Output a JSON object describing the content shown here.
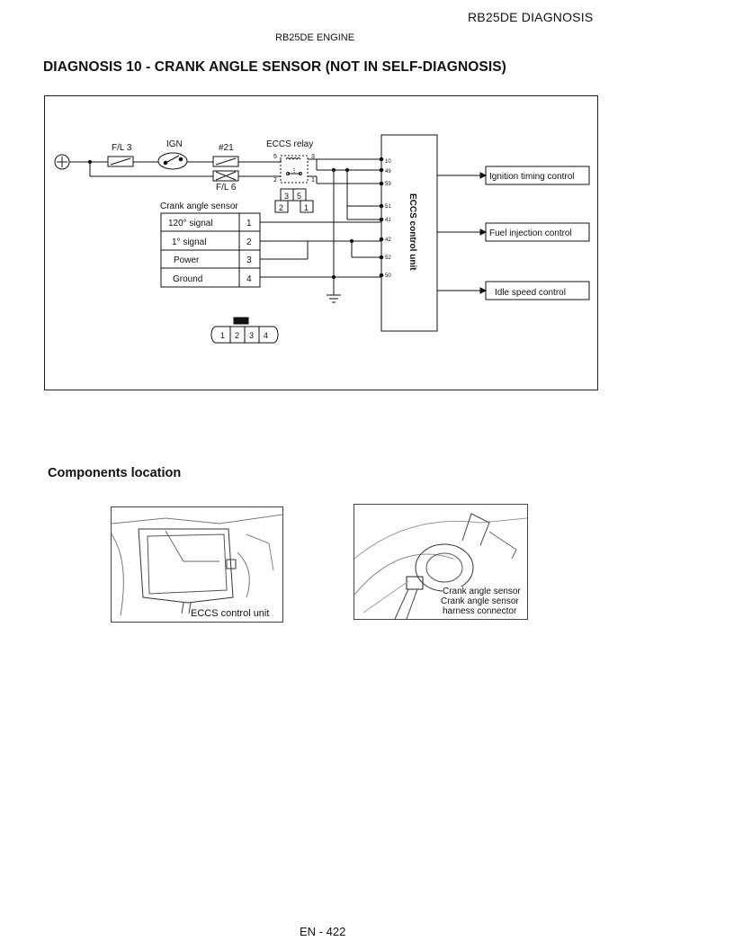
{
  "header": {
    "right": "RB25DE DIAGNOSIS",
    "center": "RB25DE ENGINE"
  },
  "title": "DIAGNOSIS 10 - CRANK ANGLE SENSOR (NOT IN SELF-DIAGNOSIS)",
  "diagram": {
    "fl3": "F/L 3",
    "ign": "IGN",
    "fuse21": "#21",
    "relay": "ECCS relay",
    "relay_pin5": "5",
    "relay_pin3": "3",
    "relay_pin2": "2",
    "relay_pin1": "1",
    "fl6": "F/L 6",
    "relay_conn_a": "3",
    "relay_conn_b": "5",
    "relay_conn_c": "2",
    "relay_conn_d": "1",
    "sensor_title": "Crank angle sensor",
    "sensor_rows": [
      {
        "label": "120° signal",
        "pin": "1"
      },
      {
        "label": "1° signal",
        "pin": "2"
      },
      {
        "label": "Power",
        "pin": "3"
      },
      {
        "label": "Ground",
        "pin": "4"
      }
    ],
    "connector_pins": [
      "1",
      "2",
      "3",
      "4"
    ],
    "ecu_label": "ECCS control unit",
    "ecu_pins": [
      "10",
      "49",
      "59",
      "51",
      "41",
      "42",
      "52",
      "50"
    ],
    "outputs": [
      "Ignition timing control",
      "Fuel injection control",
      "Idle speed control"
    ]
  },
  "components": {
    "title": "Components location",
    "left_caption": "ECCS control unit",
    "right_caption_1": "Crank angle sensor",
    "right_caption_2": "Crank angle sensor",
    "right_caption_3": "harness connector"
  },
  "footer": "EN - 422"
}
